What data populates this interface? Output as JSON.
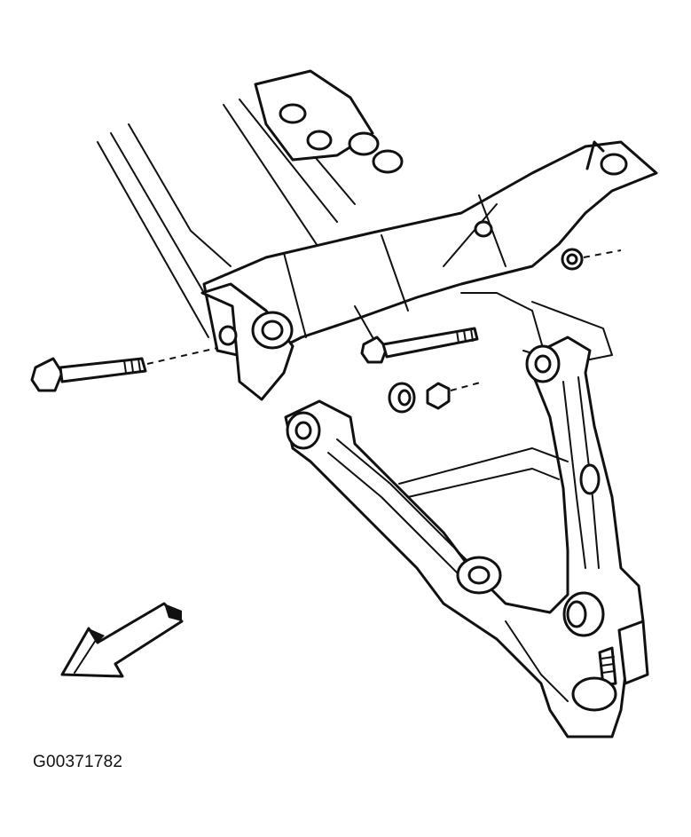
{
  "figure": {
    "code": "G00371782"
  },
  "icons": {
    "direction_arrow": "front-direction-arrow",
    "parts": [
      "crossmember",
      "lower-control-arm",
      "bolt-rear",
      "bolt-front",
      "washer",
      "nut",
      "ball-joint",
      "bushing-front",
      "bushing-rear"
    ]
  },
  "colors": {
    "ink": "#111111",
    "paper": "#ffffff"
  }
}
